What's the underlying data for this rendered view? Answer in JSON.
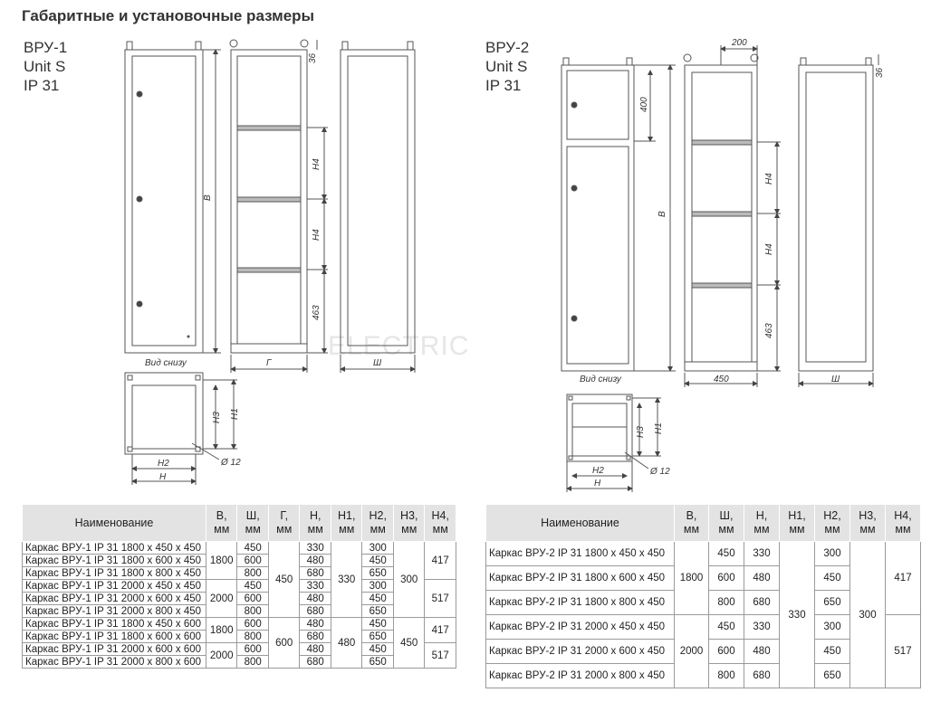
{
  "heading": "Габаритные и установочные размеры",
  "watermark": "ELECTRIC",
  "vru1": {
    "label": "ВРУ-1\nUnit S\nIP 31",
    "dims": {
      "b": "В",
      "top": "36",
      "h4a": "H4",
      "h4b": "H4",
      "d463": "463",
      "g": "Г",
      "sh": "Ш",
      "bottom_view": "Вид снизу",
      "h3": "H3",
      "h1": "H1",
      "h2": "H2",
      "h": "H",
      "hole": "Ø 12"
    }
  },
  "vru2": {
    "label": "ВРУ-2\nUnit S\nIP 31",
    "dims": {
      "w200": "200",
      "d400": "400",
      "b": "В",
      "top": "36",
      "h4a": "H4",
      "h4b": "H4",
      "d463": "463",
      "w450": "450",
      "sh": "Ш",
      "bottom_view": "Вид снизу",
      "h3": "H3",
      "h1": "H1",
      "h2": "H2",
      "h": "H",
      "hole": "Ø 12"
    }
  },
  "table1": {
    "headers": [
      "Наименование",
      "В,\nмм",
      "Ш,\nмм",
      "Г,\nмм",
      "Н,\nмм",
      "Н1,\nмм",
      "Н2,\nмм",
      "Н3,\nмм",
      "Н4,\nмм"
    ],
    "names": [
      "Каркас ВРУ-1 IP 31 1800 x 450 x 450",
      "Каркас ВРУ-1 IP 31 1800 x 600 x 450",
      "Каркас ВРУ-1 IP 31 1800 x 800 x 450",
      "Каркас ВРУ-1 IP 31 2000 x 450 x 450",
      "Каркас ВРУ-1 IP 31 2000 x 600 x 450",
      "Каркас ВРУ-1 IP 31 2000 x 800 x 450",
      "Каркас ВРУ-1 IP 31 1800 x 450 x 600",
      "Каркас ВРУ-1 IP 31 1800 x 600 x 600",
      "Каркас ВРУ-1 IP 31 2000 x 600 x 600",
      "Каркас ВРУ-1 IP 31 2000 x 800 x 600"
    ],
    "B": [
      "1800",
      "2000",
      "1800",
      "2000"
    ],
    "Sh": [
      "450",
      "600",
      "800",
      "450",
      "600",
      "800",
      "600",
      "800",
      "600",
      "800"
    ],
    "G": [
      "450",
      "600"
    ],
    "H": [
      "330",
      "480",
      "680",
      "330",
      "480",
      "680",
      "480",
      "680",
      "480",
      "680"
    ],
    "H1": [
      "330",
      "480"
    ],
    "H2": [
      "300",
      "450",
      "650",
      "300",
      "450",
      "650",
      "450",
      "650",
      "450",
      "650"
    ],
    "H3": [
      "300",
      "450"
    ],
    "H4": [
      "417",
      "517",
      "417",
      "517"
    ]
  },
  "table2": {
    "headers": [
      "Наименование",
      "В,\nмм",
      "Ш,\nмм",
      "Н,\nмм",
      "Н1,\nмм",
      "Н2,\nмм",
      "Н3,\nмм",
      "Н4,\nмм"
    ],
    "names": [
      "Каркас ВРУ-2 IP 31 1800 x 450 x 450",
      "Каркас ВРУ-2 IP 31 1800 x 600 x 450",
      "Каркас ВРУ-2 IP 31 1800 x 800 x 450",
      "Каркас ВРУ-2 IP 31 2000 x 450 x 450",
      "Каркас ВРУ-2 IP 31 2000 x 600 x 450",
      "Каркас ВРУ-2 IP 31 2000 x 800 x 450"
    ],
    "B": [
      "1800",
      "2000"
    ],
    "Sh": [
      "450",
      "600",
      "800",
      "450",
      "600",
      "800"
    ],
    "H": [
      "330",
      "480",
      "680",
      "330",
      "480",
      "680"
    ],
    "H1": "330",
    "H2": [
      "300",
      "450",
      "650",
      "300",
      "450",
      "650"
    ],
    "H3": "300",
    "H4": [
      "417",
      "517"
    ]
  }
}
